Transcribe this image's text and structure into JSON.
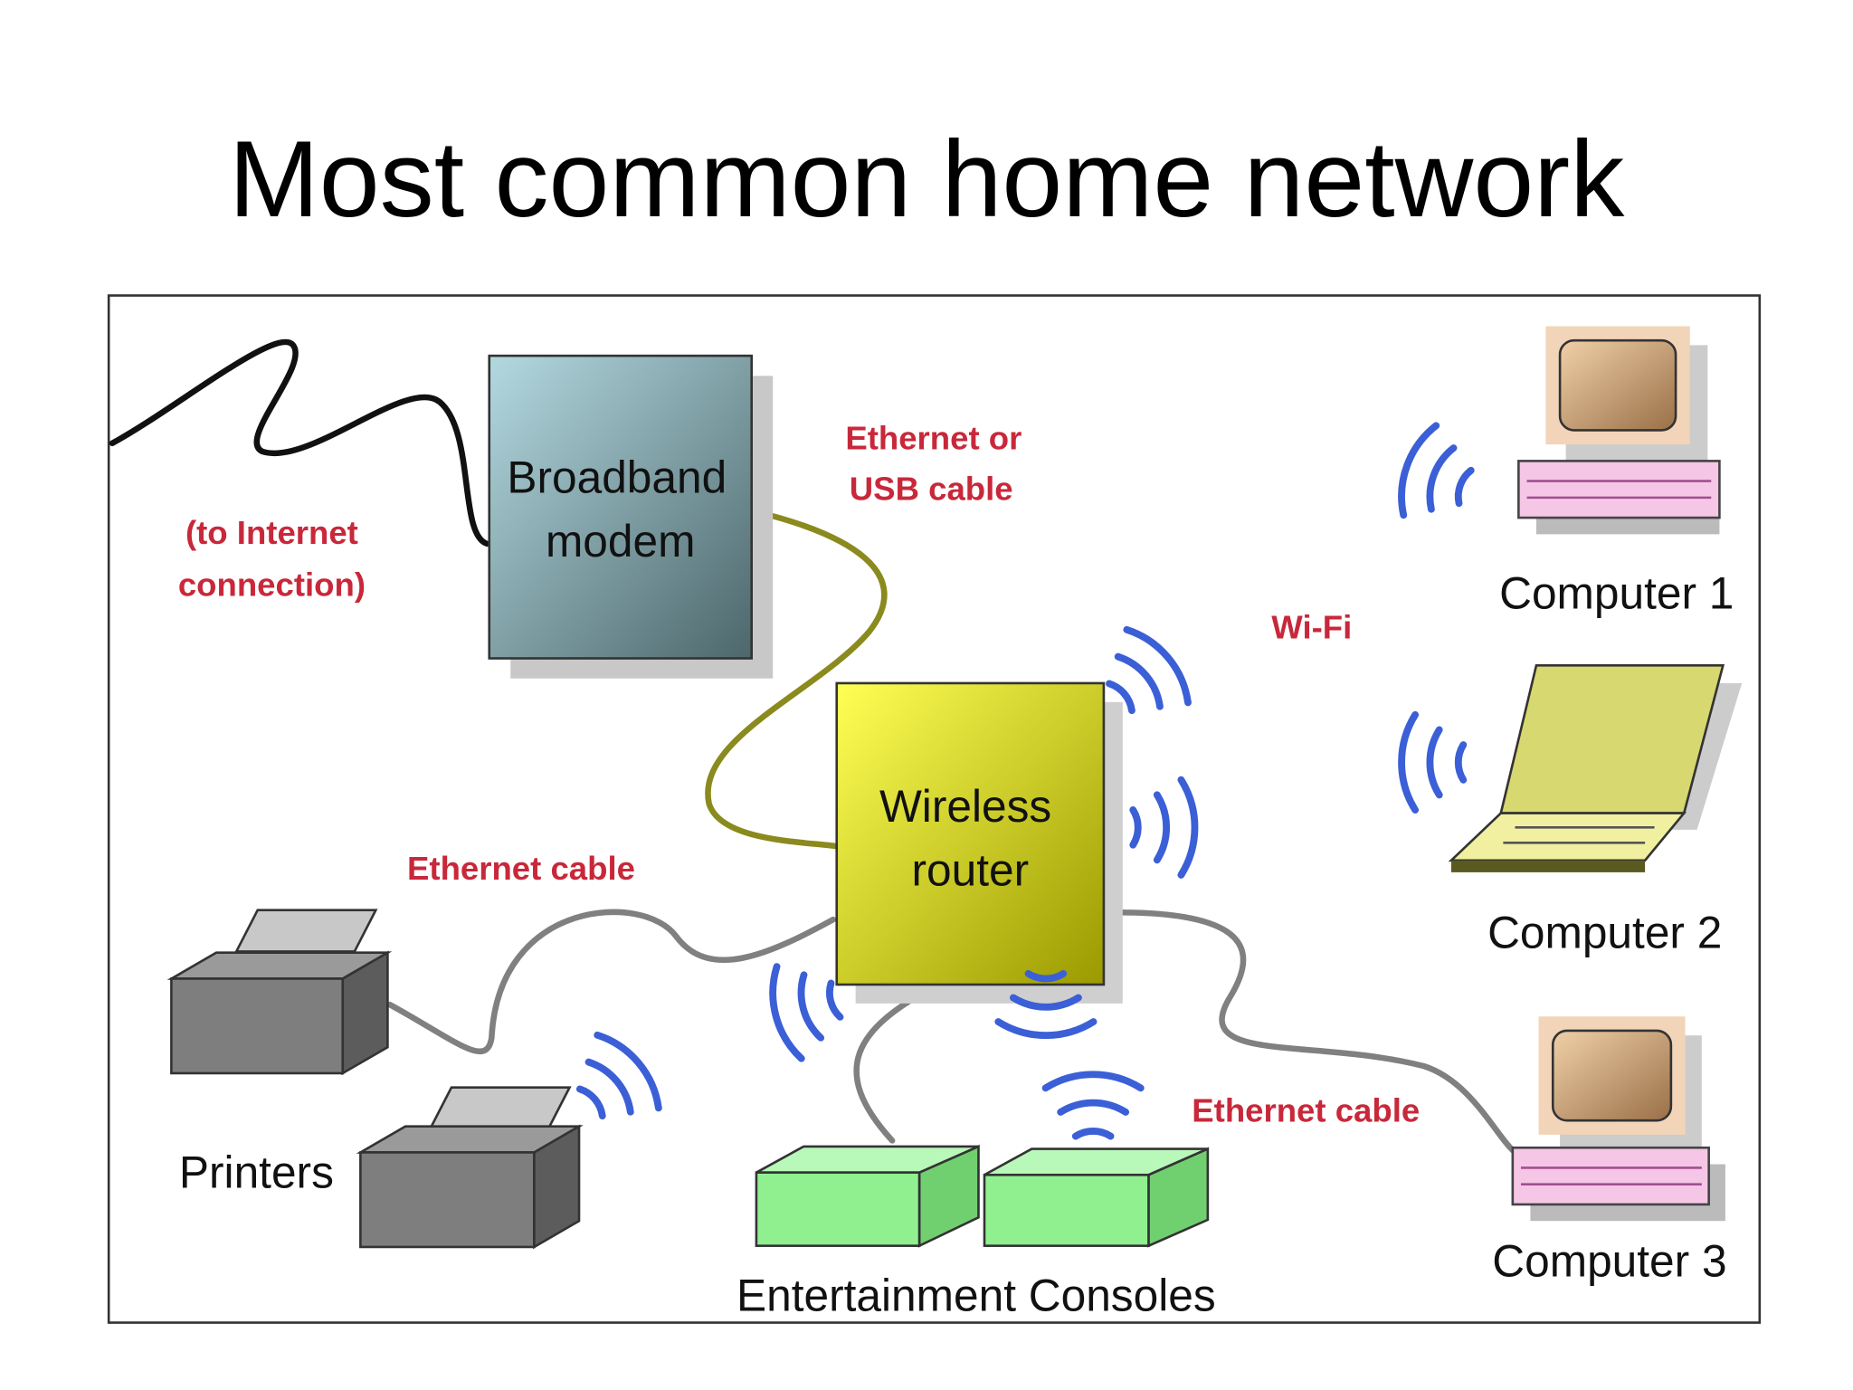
{
  "title": "Most common home network",
  "labels": {
    "internet_line1": "(to Internet",
    "internet_line2": "connection)",
    "modem_line1": "Broadband",
    "modem_line2": "modem",
    "eth_usb_line1": "Ethernet or",
    "eth_usb_line2": "USB cable",
    "wifi": "Wi-Fi",
    "router_line1": "Wireless",
    "router_line2": "router",
    "ethernet_left": "Ethernet cable",
    "ethernet_right": "Ethernet cable",
    "computer1": "Computer 1",
    "computer2": "Computer 2",
    "computer3": "Computer 3",
    "printers": "Printers",
    "consoles": "Entertainment Consoles"
  },
  "colors": {
    "label_red": "#c8283a",
    "wifi_blue": "#3b5fd6",
    "modem": "#7fa6ad",
    "router": "#e6e600",
    "console": "#90f090",
    "printer": "#8a8a8a"
  }
}
